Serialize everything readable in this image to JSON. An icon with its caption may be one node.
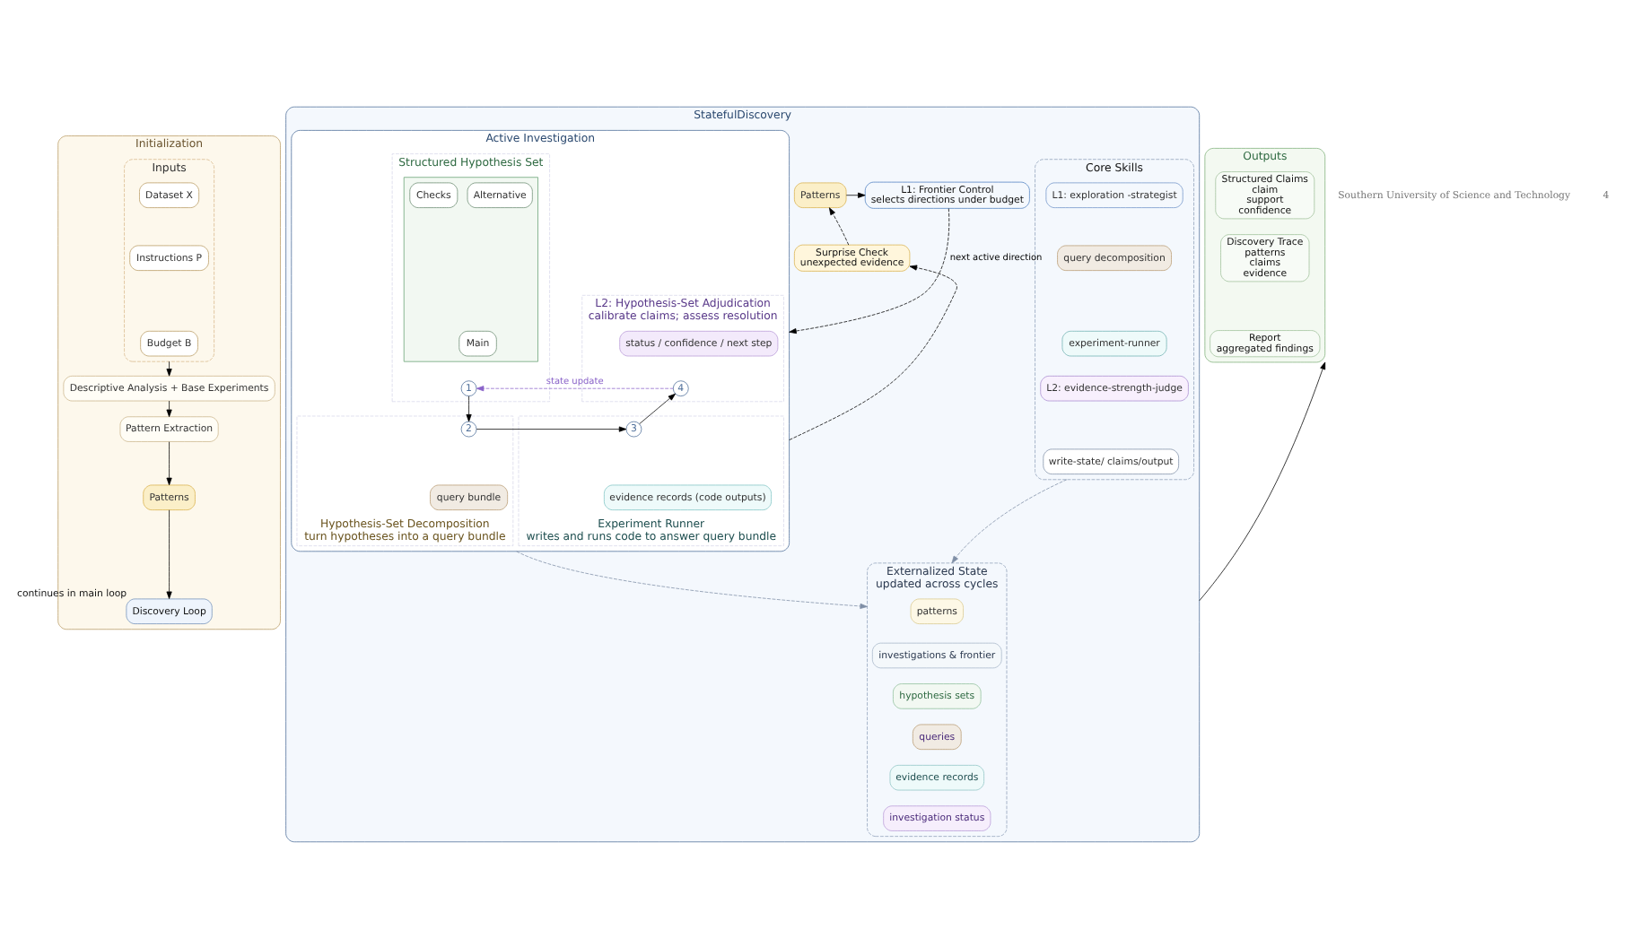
{
  "diagram": {
    "nodes": [
      {
        "text": [
          "Initialization"
        ]
      },
      {
        "text": [
          "Inputs"
        ],
        "in": 0
      },
      {
        "text": [
          "Dataset X"
        ],
        "in": 1
      },
      {
        "text": [
          "Instructions P"
        ],
        "in": 1
      },
      {
        "text": [
          "Budget B"
        ],
        "in": 1
      },
      {
        "text": [
          "Descriptive Analysis + Base Experiments"
        ],
        "in": 0
      },
      {
        "text": [
          "Pattern Extraction"
        ],
        "in": 0
      },
      {
        "text": [
          "Patterns"
        ],
        "in": 0
      },
      {
        "text": [
          "Discovery Loop"
        ],
        "beside": [
          "continues in main loop"
        ],
        "in": 0
      },
      {
        "text": [
          "StatefulDiscovery"
        ]
      },
      {
        "text": [
          "Patterns"
        ],
        "in": 9
      },
      {
        "text": [
          "L1: Frontier Control",
          "selects directions under budget"
        ],
        "in": 9
      },
      {
        "text": [
          "Surprise Check",
          "unexpected evidence"
        ],
        "in": 9
      },
      {
        "text": [
          "Active Investigation"
        ],
        "in": 9
      },
      {
        "text": [
          "L2: Hypothesis-Set Adjudication",
          "calibrate claims; assess resolution"
        ],
        "in": 13
      },
      {
        "text": [
          "status / confidence / next step"
        ],
        "in": 14
      },
      {
        "text": [
          "4"
        ],
        "in": 14
      },
      {
        "text": [
          "Structured Hypothesis Set"
        ],
        "in": 13
      },
      {
        "text": [],
        "shape": "box",
        "in": 17
      },
      {
        "text": [
          "Main"
        ],
        "in": 18
      },
      {
        "text": [
          "Alternative"
        ],
        "in": 18
      },
      {
        "text": [
          "Checks"
        ],
        "in": 18
      },
      {
        "text": [
          "1"
        ],
        "in": 17
      },
      {
        "text": [
          "Experiment Runner",
          "writes and runs code to answer query bundle"
        ],
        "in": 13
      },
      {
        "text": [
          "3"
        ],
        "in": 23
      },
      {
        "text": [
          "evidence records (code outputs)"
        ],
        "in": 23
      },
      {
        "text": [
          "Hypothesis-Set Decomposition",
          "turn hypotheses into a query bundle"
        ],
        "in": 13
      },
      {
        "text": [
          "2"
        ],
        "in": 26
      },
      {
        "text": [
          "query bundle"
        ],
        "in": 26
      },
      {
        "text": [
          "Core Skills"
        ],
        "in": 9
      },
      {
        "text": [
          "L1: exploration -strategist"
        ],
        "in": 29
      },
      {
        "text": [
          "query decomposition"
        ],
        "in": 29
      },
      {
        "text": [
          "experiment-runner"
        ],
        "in": 29
      },
      {
        "text": [
          "L2: evidence-strength-judge"
        ],
        "in": 29
      },
      {
        "text": [
          "write-state/ claims/output"
        ],
        "in": 29
      },
      {
        "text": [
          "Externalized State",
          "updated across cycles"
        ],
        "in": 9
      },
      {
        "text": [
          "patterns"
        ],
        "in": 35
      },
      {
        "text": [
          "investigations & frontier"
        ],
        "in": 35
      },
      {
        "text": [
          "hypothesis sets"
        ],
        "in": 35
      },
      {
        "text": [
          "queries"
        ],
        "in": 35
      },
      {
        "text": [
          "evidence records"
        ],
        "in": 35
      },
      {
        "text": [
          "investigation status"
        ],
        "in": 35
      },
      {
        "text": [
          "Outputs"
        ]
      },
      {
        "text": [
          "Structured Claims",
          "claim",
          "support",
          "confidence"
        ],
        "in": 42
      },
      {
        "text": [
          "Discovery Trace",
          "patterns",
          "claims",
          "evidence"
        ],
        "in": 42
      },
      {
        "text": [
          "Report",
          "aggregated findings"
        ],
        "in": 42
      }
    ],
    "edges": [
      {
        "from": 1,
        "to": 5,
        "arrow": "to"
      },
      {
        "from": 5,
        "to": 6,
        "arrow": "to"
      },
      {
        "from": 6,
        "to": 7,
        "arrow": "to"
      },
      {
        "from": 7,
        "to": 8,
        "arrow": "to"
      },
      {
        "from": 10,
        "to": 11,
        "arrow": "to"
      },
      {
        "from": 12,
        "to": 10,
        "arrow": "to",
        "style": "dashed"
      },
      {
        "from": 11,
        "to": 13,
        "arrow": "to",
        "style": "dashed",
        "label": "next active direction"
      },
      {
        "from": 13,
        "to": 12,
        "arrow": "to",
        "style": "dashed"
      },
      {
        "from": 16,
        "to": 22,
        "arrow": "to",
        "style": "dashed",
        "color": "#8a63c9",
        "label": "state update"
      },
      {
        "from": 22,
        "to": 27,
        "arrow": "to"
      },
      {
        "from": 27,
        "to": 24,
        "arrow": "to"
      },
      {
        "from": 24,
        "to": 16,
        "arrow": "to"
      },
      {
        "from": 13,
        "to": 35,
        "arrow": "to",
        "style": "dashed",
        "color": "#7f8fa6"
      },
      {
        "from": 29,
        "to": 35,
        "arrow": "to",
        "style": "dashed",
        "color": "#7f8fa6"
      },
      {
        "from": 9,
        "to": 42,
        "arrow": "to"
      }
    ],
    "labels": [
      "Southern University of Science and Technology",
      "4"
    ]
  }
}
